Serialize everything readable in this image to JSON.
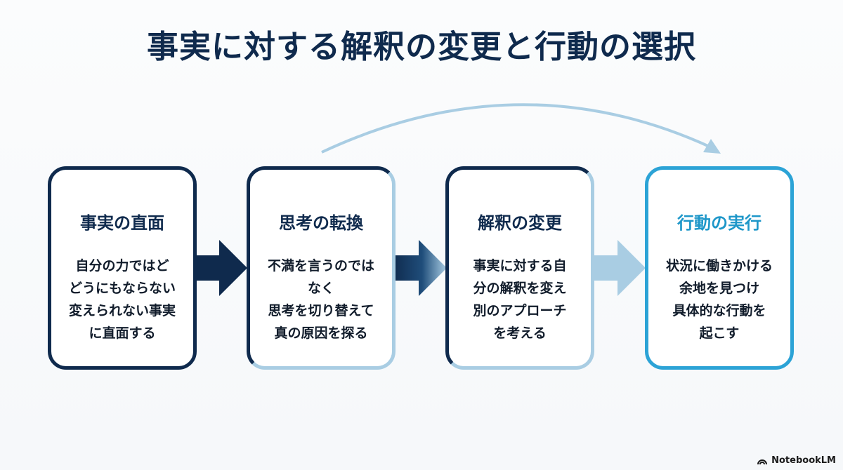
{
  "title": "事実に対する解釈の変更と行動の選択",
  "steps": [
    {
      "heading": "事実の直面",
      "body": "自分の力ではど\nどうにもならない\n変えられない事実\nに直面する"
    },
    {
      "heading": "思考の転換",
      "body": "不満を言うのでは\nなく\n思考を切り替えて\n真の原因を探る"
    },
    {
      "heading": "解釈の変更",
      "body": "事実に対する自\n分の解釈を変え\n別のアプローチ\nを考える"
    },
    {
      "heading": "行動の実行",
      "body": "状況に働きかける\n余地を見つけ\n具体的な行動を\n起こす"
    }
  ],
  "colors": {
    "navy": "#0f2a4d",
    "light_blue": "#a9cde3",
    "accent": "#2ca3d6"
  },
  "branding": {
    "label": "NotebookLM"
  }
}
